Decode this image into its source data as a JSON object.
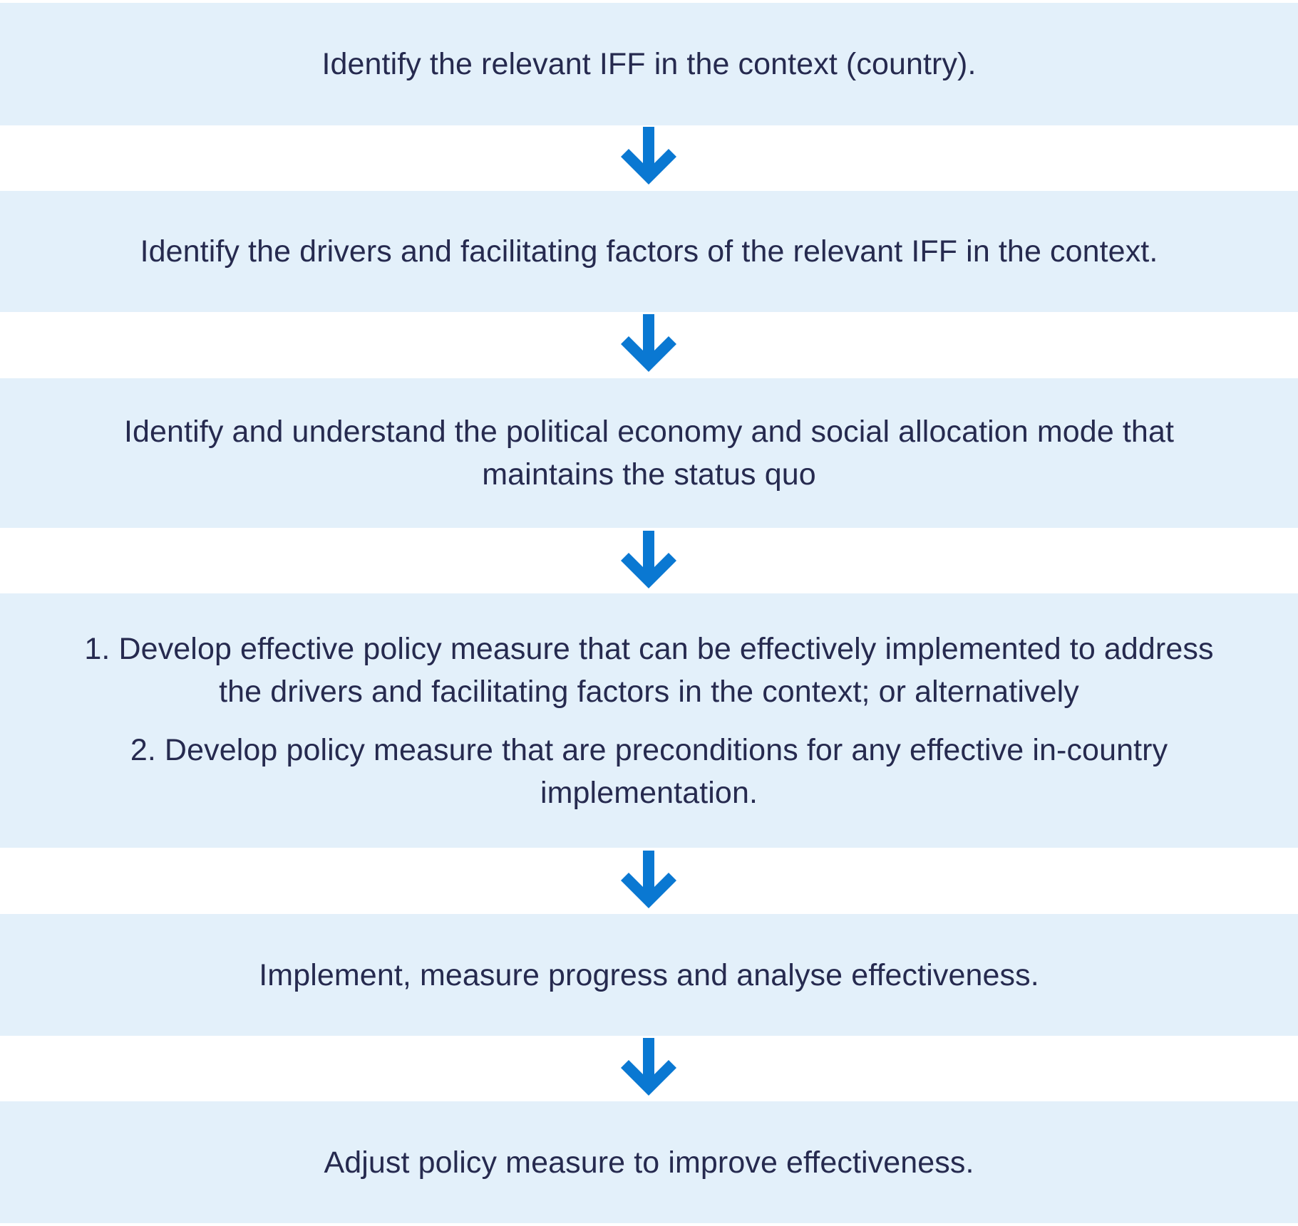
{
  "flow": {
    "accent_color": "#0a78d2",
    "box_color": "#e3f0fa",
    "text_color": "#262a4f",
    "steps": [
      {
        "lines": [
          "Identify the relevant IFF in the context (country)."
        ]
      },
      {
        "lines": [
          "Identify the drivers and facilitating factors of the relevant IFF in the context."
        ]
      },
      {
        "lines": [
          "Identify and understand the political economy and social allocation mode that\nmaintains the status quo"
        ]
      },
      {
        "lines": [
          "1. Develop effective policy measure that can be effectively implemented to address\nthe drivers and facilitating factors in the context; or alternatively",
          "2. Develop policy measure that are preconditions for any effective in-country\nimplementation."
        ]
      },
      {
        "lines": [
          "Implement, measure progress and analyse effectiveness."
        ]
      },
      {
        "lines": [
          "Adjust policy measure to improve effectiveness."
        ]
      }
    ],
    "arrow_icon": "arrow-down-icon"
  }
}
